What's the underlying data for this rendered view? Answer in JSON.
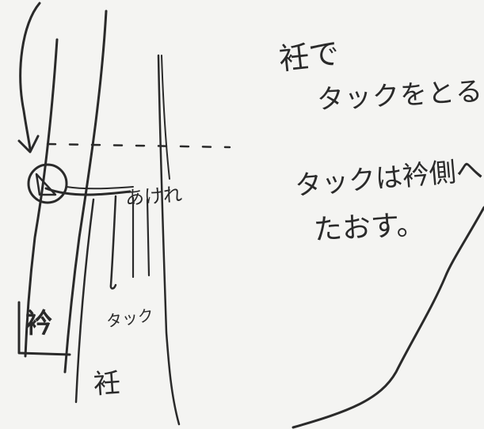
{
  "notes": {
    "line1": "衽で",
    "line2": "タックをとる",
    "line3": "タックは衿側へ",
    "line4": "たおす。"
  },
  "labels": {
    "open": "あけれ",
    "tuck": "タック",
    "collar": "衿",
    "okumi": "衽"
  },
  "colors": {
    "ink": "#2a2a2a",
    "paper": "#f4f4f2"
  }
}
